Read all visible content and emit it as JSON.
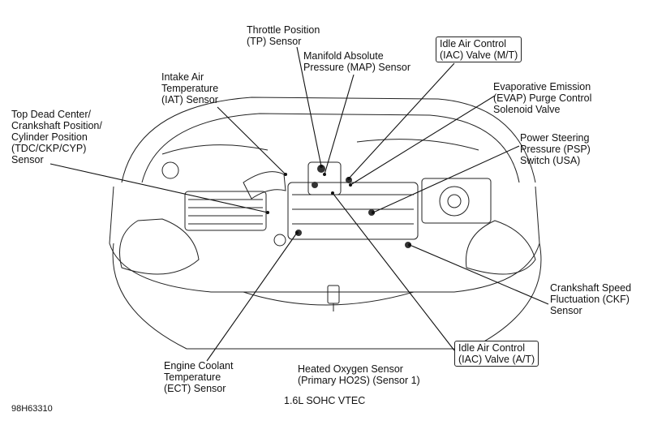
{
  "diagram": {
    "figure_code": "98H63310",
    "caption": "1.6L SOHC VTEC",
    "labels": {
      "tp_sensor": "Throttle Position\n(TP) Sensor",
      "map_sensor": "Manifold Absolute\nPressure (MAP) Sensor",
      "iac_mt": "Idle Air Control\n(IAC) Valve (M/T)",
      "iat_sensor": "Intake Air\nTemperature\n(IAT) Sensor",
      "evap_valve": "Evaporative Emission\n(EVAP) Purge Control\nSolenoid Valve",
      "tdc_sensor": "Top Dead Center/\nCrankshaft Position/\nCylinder Position\n(TDC/CKP/CYP)\nSensor",
      "psp_switch": "Power Steering\nPressure (PSP)\nSwitch (USA)",
      "ckf_sensor": "Crankshaft Speed\nFluctuation (CKF)\nSensor",
      "ect_sensor": "Engine Coolant\nTemperature\n(ECT) Sensor",
      "ho2s_sensor": "Heated Oxygen Sensor\n(Primary HO2S) (Sensor 1)",
      "iac_at": "Idle Air Control\n(IAC) Valve (A/T)"
    }
  }
}
